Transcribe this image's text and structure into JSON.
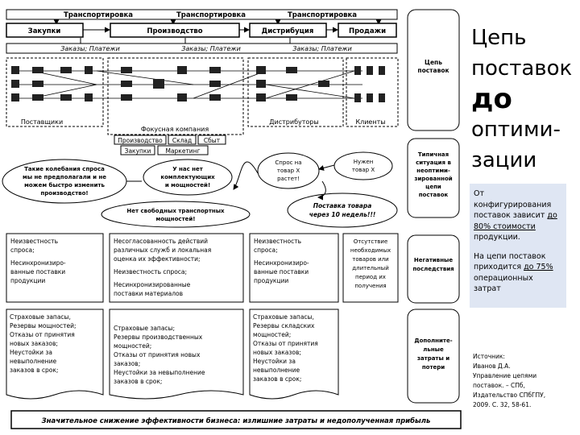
{
  "diagram": {
    "top_labels": {
      "transport": "Транспортировка",
      "orders_payments_1": "Заказы; Платежи",
      "orders_payments_2": "Заказы; Платежи",
      "orders_payments_3": "Заказы; Платежи"
    },
    "stages": [
      "Закупки",
      "Производство",
      "Дистрибуция",
      "Продажи"
    ],
    "chain_label": "Цепь поставок",
    "chain_label_lines": [
      "Цепь",
      "поставок"
    ],
    "regions": {
      "suppliers": "Поставщики",
      "focus": "Фокусная компания",
      "distributors": "Дистрибуторы",
      "clients": "Клиенты"
    },
    "departments": [
      "Производство",
      "Склад",
      "Сбыт",
      "Закупки",
      "Маркетинг"
    ],
    "typical_label_lines": [
      "Типичная",
      "ситуация в",
      "неоптими-",
      "зированной",
      "цепи",
      "поставок"
    ],
    "bubbles": {
      "b1": [
        "Такие колебания спроса",
        "мы не предполагали и не",
        "можем быстро изменить",
        "производство!"
      ],
      "b2": [
        "У нас нет",
        "комплектующих",
        "и мощностей!"
      ],
      "b3": [
        "Спрос на",
        "товар Х",
        "растет!"
      ],
      "b4": [
        "Нужен",
        "товар Х"
      ],
      "b5": [
        "Нет свободных транспортных",
        "мощностей!"
      ],
      "b6": [
        "Поставка товара",
        "через 10 недель!!!"
      ]
    },
    "negative_label_lines": [
      "Негативные",
      "последствия"
    ],
    "neg_boxes": {
      "n1": [
        "Неизвестность",
        "спроса;",
        "Несинхронизиро-",
        "ванные поставки",
        "продукции"
      ],
      "n2": [
        "Несогласованность действий",
        "различных служб и локальная",
        "оценка их эффективности;",
        "Неизвестность спроса;",
        "Несинхронизированные",
        "поставки материалов"
      ],
      "n3": [
        "Неизвестность",
        "спроса;",
        "Несинхронизиро-",
        "ванные поставки",
        "продукции"
      ],
      "n4": [
        "Отсутствие",
        "необходимых",
        "товаров или",
        "длительный",
        "период их",
        "получения"
      ]
    },
    "extra_label_lines": [
      "Дополните-",
      "льные",
      "затраты и",
      "потери"
    ],
    "cost_boxes": {
      "c1": [
        "Страховые запасы,",
        "Резервы мощностей;",
        "Отказы от принятия",
        "новых заказов;",
        "Неустойки за",
        "невыполнение",
        "заказов в срок;"
      ],
      "c2": [
        "Страховые запасы;",
        "Резервы производственных",
        "мощностей;",
        "Отказы от принятия новых",
        "заказов;",
        "Неустойки за невыполнение",
        "заказов в срок;"
      ],
      "c3": [
        "Страховые запасы,",
        "Резервы складских",
        "мощностей;",
        "Отказы от принятия",
        "новых заказов;",
        "Неустойки за",
        "невыполнение",
        "заказов в срок;"
      ]
    },
    "bottom_banner": "Значительное снижение эффективности бизнеса: излишние затраты и недополученная прибыль"
  },
  "title": {
    "line1": "Цепь",
    "line2": "поставок",
    "line3": "до",
    "line4": "оптими-",
    "line5": "зации"
  },
  "info": {
    "p1_prefix": "От конфигурирования поставок зависит ",
    "p1_highlight": "до 80% стоимости",
    "p1_suffix": " продукции.",
    "p2_prefix": "На цепи поставок приходится ",
    "p2_highlight": "до 75%",
    "p2_suffix": " операционных затрат"
  },
  "source": [
    "Источник:",
    "Иванов Д.А.",
    "Управление цепями",
    "поставок. – СПб,",
    "Издательство СПбГПУ,",
    "2009. С. 32, 58-61."
  ]
}
